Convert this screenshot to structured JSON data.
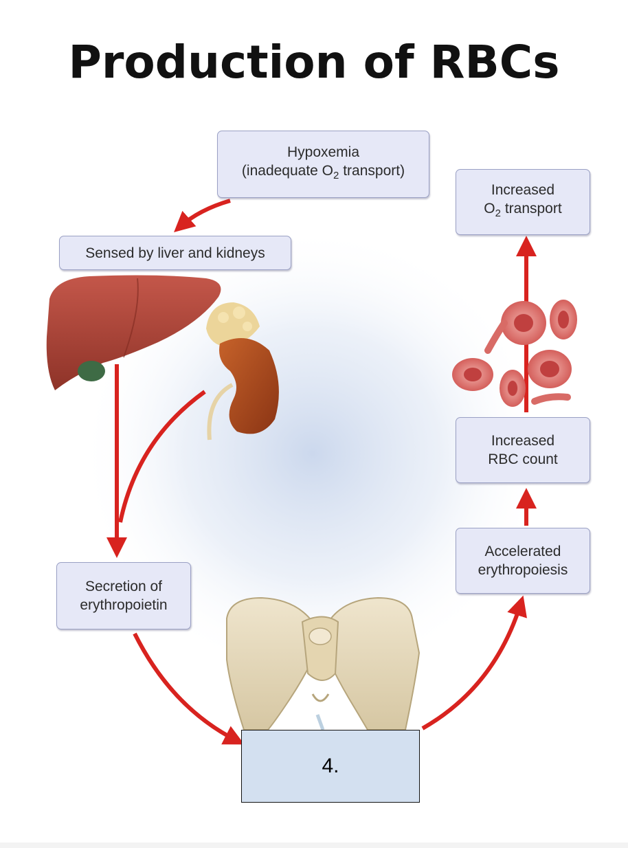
{
  "title": "Production of RBCs",
  "boxes": {
    "hypoxemia": {
      "line1": "Hypoxemia",
      "line2_pre": "(inadequate O",
      "line2_sub": "2",
      "line2_post": " transport)"
    },
    "sensed": {
      "text": "Sensed by liver and kidneys"
    },
    "secretion": {
      "line1": "Secretion of",
      "line2": "erythropoietin"
    },
    "accelerated": {
      "line1": "Accelerated",
      "line2": "erythropoiesis"
    },
    "rbc_count": {
      "line1": "Increased",
      "line2": "RBC count"
    },
    "o2_transport": {
      "line1": "Increased",
      "line2_pre": "O",
      "line2_sub": "2",
      "line2_post": " transport"
    }
  },
  "answer_box": {
    "label": "4."
  },
  "colors": {
    "arrow": "#d8231f",
    "box_fill": "#e6e8f7",
    "answer_fill": "#d3e0f0",
    "liver": "#b5473a",
    "kidney": "#a7451f",
    "rbc": "#d96c6a",
    "bone": "#e9dcc0"
  }
}
